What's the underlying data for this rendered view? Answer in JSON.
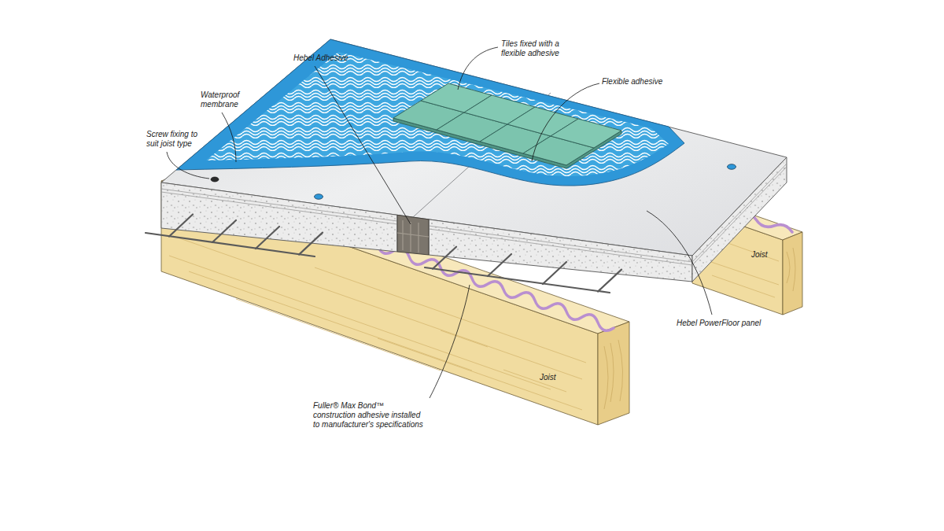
{
  "diagram": {
    "labels": [
      "Tiles fixed with a flexible adhesive",
      "Hebel Adhesive",
      "Waterproof membrane",
      "Flexible adhesive",
      "Screw fixing to suit joist type",
      "Joist",
      "Hebel PowerFloor panel",
      "Joist",
      "Fuller® Max Bond™ construction adhesive installed to manufacturer's specifications"
    ]
  }
}
